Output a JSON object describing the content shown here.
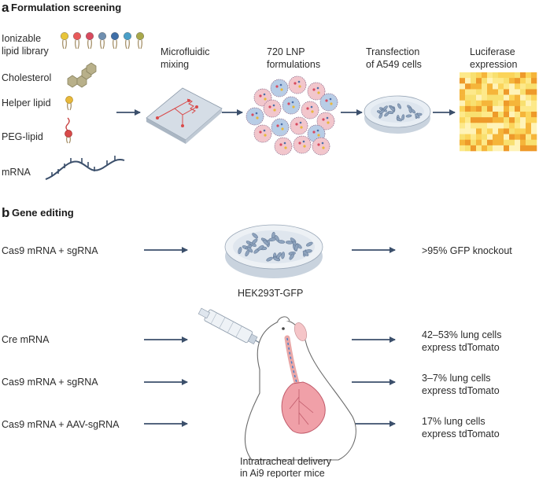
{
  "panel_a": {
    "letter": "a",
    "title": "Formulation screening",
    "components": [
      {
        "line1": "Ionizable",
        "line2": "lipid library"
      },
      {
        "line1": "Cholesterol"
      },
      {
        "line1": "Helper lipid"
      },
      {
        "line1": "PEG-lipid"
      },
      {
        "line1": "mRNA"
      }
    ],
    "steps": [
      {
        "line1": "Microfluidic",
        "line2": "mixing"
      },
      {
        "line1": "720 LNP",
        "line2": "formulations"
      },
      {
        "line1": "Transfection",
        "line2": "of A549 cells"
      },
      {
        "line1": "Luciferase",
        "line2": "expression"
      }
    ],
    "lipid_colors": [
      "#e8c53a",
      "#e85a5a",
      "#d84a5e",
      "#6f8fb0",
      "#3f6fa8",
      "#4a9fc8",
      "#a8a84a"
    ],
    "heatmap_colors": [
      "#fff3b8",
      "#fde98a",
      "#fbd45a",
      "#f5b53a",
      "#ee9a2a",
      "#f8e070"
    ]
  },
  "panel_b": {
    "letter": "b",
    "title": "Gene editing",
    "rows": [
      {
        "input": "Cas9 mRNA + sgRNA",
        "result1": ">95% GFP knockout",
        "result2": ""
      },
      {
        "input": "Cre mRNA",
        "result1": "42–53% lung cells",
        "result2": "express tdTomato"
      },
      {
        "input": "Cas9 mRNA + sgRNA",
        "result1": "3–7% lung cells",
        "result2": "express tdTomato"
      },
      {
        "input": "Cas9 mRNA + AAV-sgRNA",
        "result1": "17% lung cells",
        "result2": "express tdTomato"
      }
    ],
    "dish_label": "HEK293T-GFP",
    "mouse_caption": {
      "line1": "Intratracheal delivery",
      "line2": "in Ai9 reporter mice"
    }
  },
  "colors": {
    "arrow": "#3b4f6b",
    "chip": "#c9d3de",
    "dish": "#dfe6ee",
    "cell": "#8ea3bd",
    "lnp_pink": "#f2c6cc",
    "lnp_blue": "#b8cde6"
  }
}
